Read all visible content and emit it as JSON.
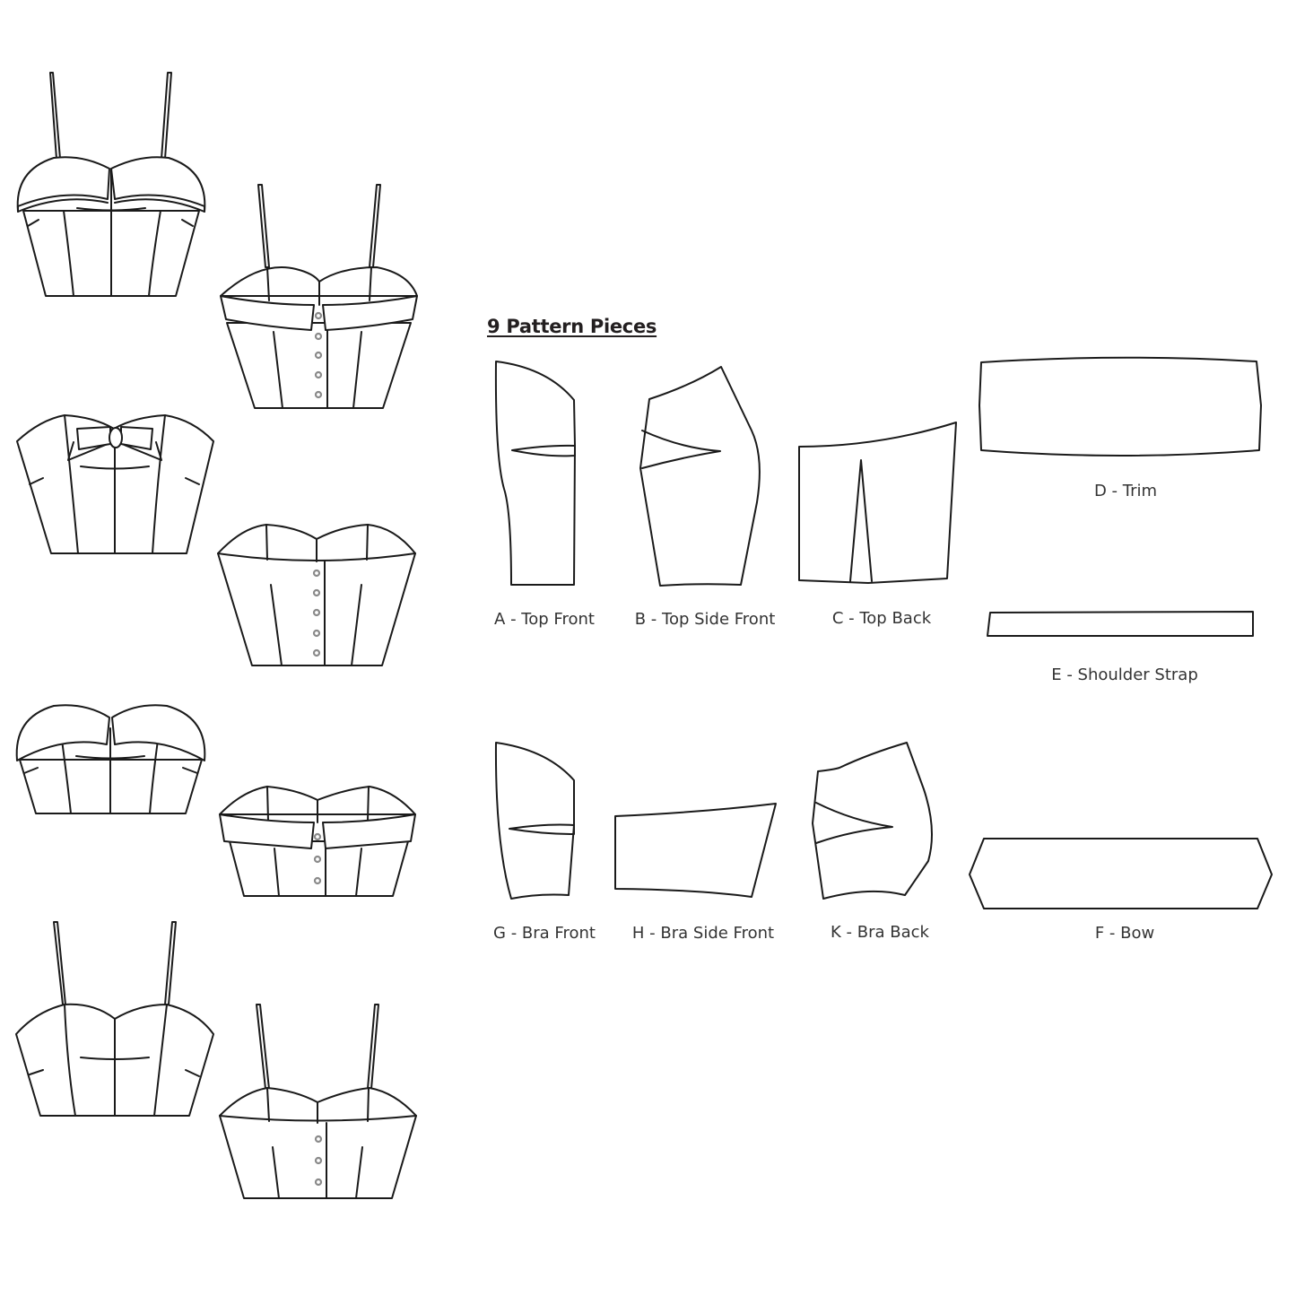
{
  "title": "9 Pattern Pieces",
  "accent_colors": {
    "line": "#1a1a1a",
    "button": "#8a8a8a",
    "background": "#ffffff"
  },
  "views": [
    {
      "id": "view-1",
      "description": "strap top, front, folded trim, no buttons"
    },
    {
      "id": "view-2",
      "description": "strap top, back, folded trim, 5 buttons"
    },
    {
      "id": "view-3",
      "description": "strapless top, front, bow"
    },
    {
      "id": "view-4",
      "description": "strapless top, back, 5 buttons"
    },
    {
      "id": "view-5",
      "description": "strapless bra, front, folded trim"
    },
    {
      "id": "view-6",
      "description": "strapless bra, back, folded trim, 3 buttons"
    },
    {
      "id": "view-7",
      "description": "strap bra, front"
    },
    {
      "id": "view-8",
      "description": "strap bra, back, 3 buttons"
    }
  ],
  "pieces": [
    {
      "letter": "A",
      "label": "A - Top Front"
    },
    {
      "letter": "B",
      "label": "B - Top Side Front"
    },
    {
      "letter": "C",
      "label": "C - Top Back"
    },
    {
      "letter": "D",
      "label": "D - Trim"
    },
    {
      "letter": "E",
      "label": "E - Shoulder Strap"
    },
    {
      "letter": "G",
      "label": "G - Bra Front"
    },
    {
      "letter": "H",
      "label": "H - Bra Side Front"
    },
    {
      "letter": "K",
      "label": "K - Bra Back"
    },
    {
      "letter": "F",
      "label": "F - Bow"
    }
  ]
}
